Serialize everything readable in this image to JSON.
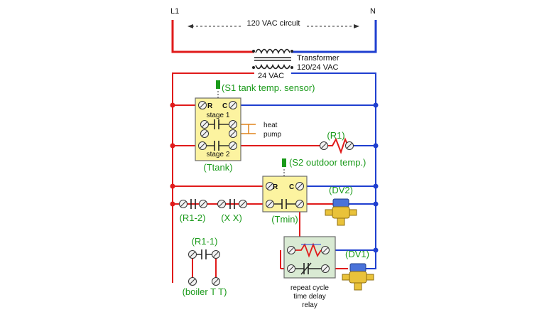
{
  "lines": {
    "l1": "L1",
    "n": "N",
    "circuit": "120 VAC  circuit"
  },
  "transformer": {
    "label_line1": "Transformer",
    "label_line2": "120/24 VAC",
    "secondary": "24 VAC"
  },
  "sensors": {
    "s1": "(S1 tank temp. sensor)",
    "s2": "(S2 outdoor temp.)"
  },
  "ttank": {
    "r": "R",
    "c": "C",
    "stage1": "stage 1",
    "stage2": "stage 2",
    "label": "(Ttank)",
    "heat": "heat",
    "pump": "pump"
  },
  "tmin": {
    "r": "R",
    "c": "C",
    "label": "(Tmin)"
  },
  "relays": {
    "r1": "(R1)",
    "r1_2": "(R1-2)",
    "xx": "(X  X)",
    "r1_1": "(R1-1)",
    "boiler": "(boiler T T)"
  },
  "valves": {
    "dv1": "(DV1)",
    "dv2": "(DV2)"
  },
  "delay_relay": {
    "line1": "repeat cycle",
    "line2": "time delay",
    "line3": "relay"
  },
  "colors": {
    "hot": "#e01b1b",
    "neutral": "#1f3fd0",
    "green": "#1a9a1a",
    "box_yellow": "#fcf3a0",
    "box_border": "#6b6b6b",
    "orange_wire": "#e0831b",
    "relay_box": "#d9ead3"
  }
}
